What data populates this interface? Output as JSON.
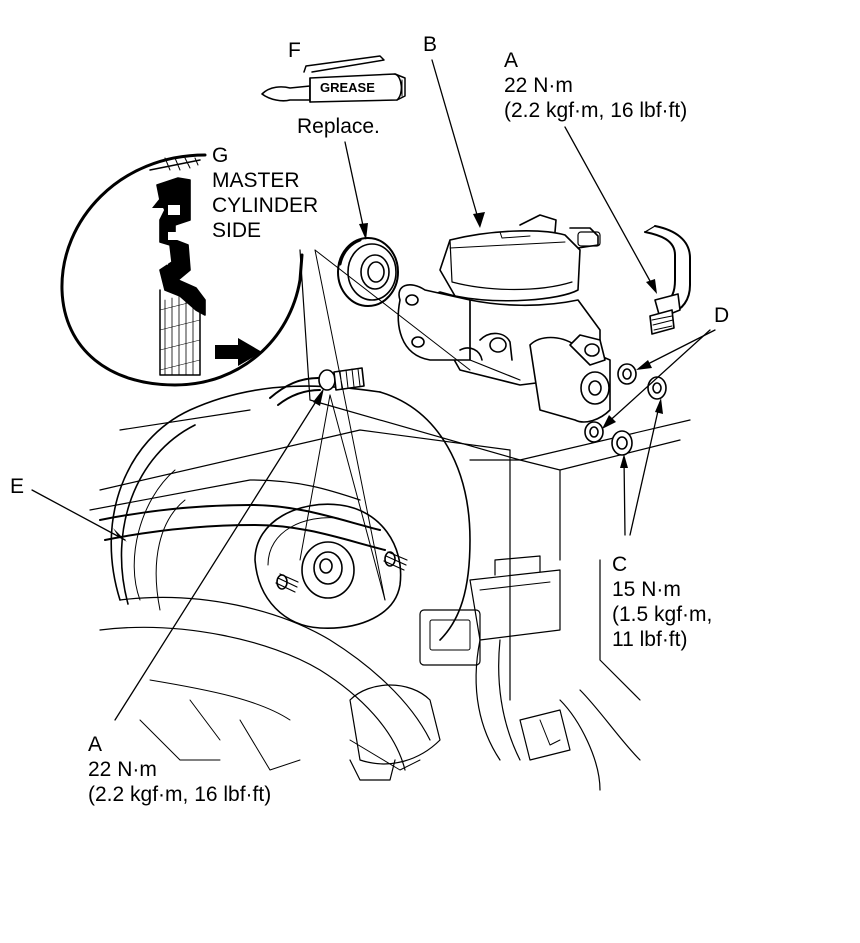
{
  "callouts": {
    "A_top": {
      "letter": "A",
      "torque": "22 N·m",
      "alt": "(2.2 kgf·m, 16 lbf·ft)"
    },
    "A_bottom": {
      "letter": "A",
      "torque": "22 N·m",
      "alt": "(2.2 kgf·m, 16 lbf·ft)"
    },
    "B": {
      "letter": "B"
    },
    "C": {
      "letter": "C",
      "torque": "15 N·m",
      "alt1": "(1.5 kgf·m,",
      "alt2": "11 lbf·ft)"
    },
    "D": {
      "letter": "D"
    },
    "E": {
      "letter": "E"
    },
    "F": {
      "letter": "F",
      "note": "Replace.",
      "tube_text": "GREASE"
    },
    "G": {
      "letter": "G",
      "line1": "MASTER",
      "line2": "CYLINDER",
      "line3": "SIDE"
    }
  },
  "colors": {
    "ink": "#000000",
    "paper": "#ffffff",
    "seal_shade": "#000000"
  }
}
